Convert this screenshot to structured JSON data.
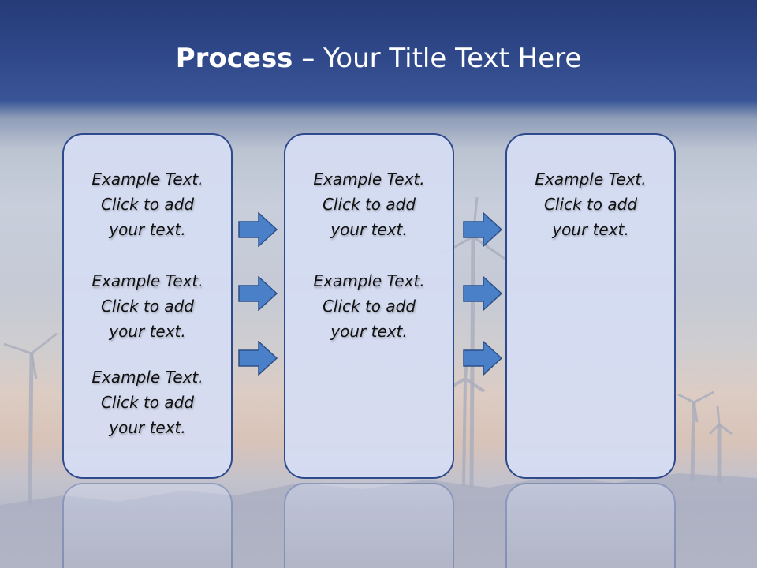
{
  "title": {
    "bold": "Process",
    "rest": " – Your Title Text Here"
  },
  "colors": {
    "title_band": "#2f4889",
    "panel_fill": "#d5ddf3",
    "panel_border": "#2f4a8c",
    "arrow_fill": "#4a80c8",
    "arrow_stroke": "#2c4f87"
  },
  "icons": [
    "right-arrow-icon"
  ],
  "columns": [
    {
      "blocks": [
        {
          "lines": [
            "Example Text.",
            "Click  to add",
            "your text."
          ]
        },
        {
          "lines": [
            "Example Text.",
            "Click  to add",
            "your text."
          ]
        },
        {
          "lines": [
            "Example Text.",
            "Click  to add",
            "your text."
          ]
        }
      ]
    },
    {
      "blocks": [
        {
          "lines": [
            "Example Text.",
            "Click  to add",
            "your text."
          ]
        },
        {
          "lines": [
            "Example Text.",
            "Click  to add",
            "your text."
          ]
        }
      ]
    },
    {
      "blocks": [
        {
          "lines": [
            "Example Text.",
            "Click  to add",
            "your text."
          ]
        }
      ]
    }
  ]
}
